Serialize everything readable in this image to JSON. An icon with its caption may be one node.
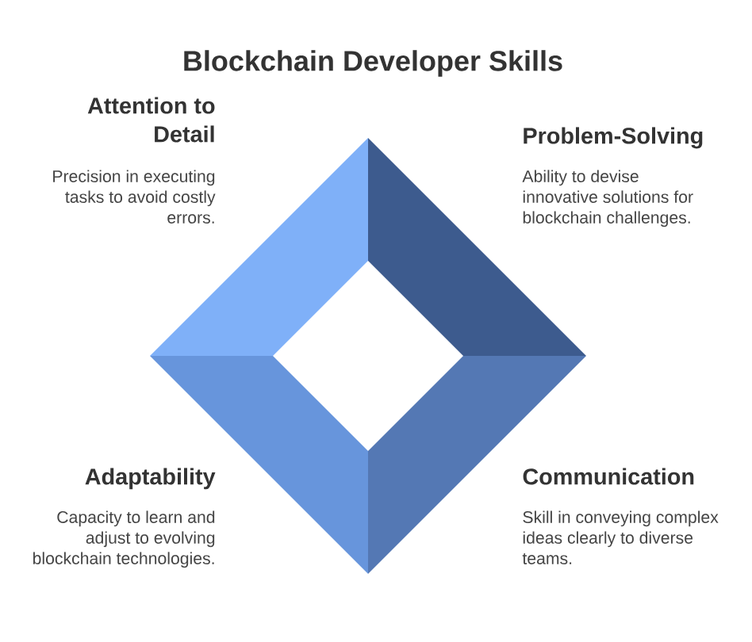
{
  "diagram": {
    "title": "Blockchain Developer Skills",
    "nodes": [
      {
        "text": [
          "Attention to Detail",
          "Precision in executing tasks to avoid costly errors."
        ]
      },
      {
        "text": [
          "Problem-Solving",
          "Ability to devise innovative solutions for blockchain challenges."
        ]
      },
      {
        "text": [
          "Adaptability",
          "Capacity to learn and adjust to evolving blockchain technologies."
        ]
      },
      {
        "text": [
          "Communication",
          "Skill in conveying complex ideas clearly to diverse teams."
        ]
      }
    ]
  }
}
